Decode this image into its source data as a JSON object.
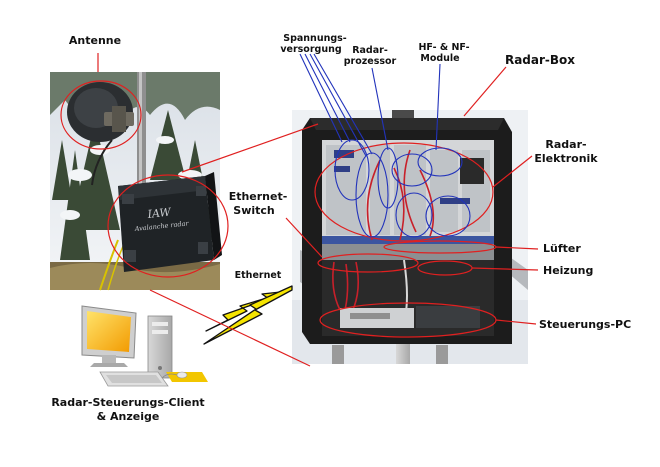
{
  "labels": {
    "antenne": "Antenne",
    "spannungsversorgung": [
      "Spannungs-",
      "versorgung"
    ],
    "radarprozessor": [
      "Radar-",
      "prozessor"
    ],
    "hf_nf_module": [
      "HF- & NF-",
      "Module"
    ],
    "radar_box": "Radar-Box",
    "radar_elektronik": [
      "Radar-",
      "Elektronik"
    ],
    "ethernet_switch": [
      "Ethernet-",
      "Switch"
    ],
    "ethernet": "Ethernet",
    "luefter": "Lüfter",
    "heizung": "Heizung",
    "steuerungs_pc": "Steuerungs-PC",
    "client": [
      "Radar-Steuerungs-Client",
      "& Anzeige"
    ],
    "box_brand": "IAW",
    "box_subtitle": "Avalanche radar"
  },
  "colors": {
    "highlight_red": "#e02020",
    "highlight_blue": "#2233bb",
    "lightning": "#f5e400",
    "box_frame": "#1c1c1c",
    "snow": "#e9edf2"
  }
}
